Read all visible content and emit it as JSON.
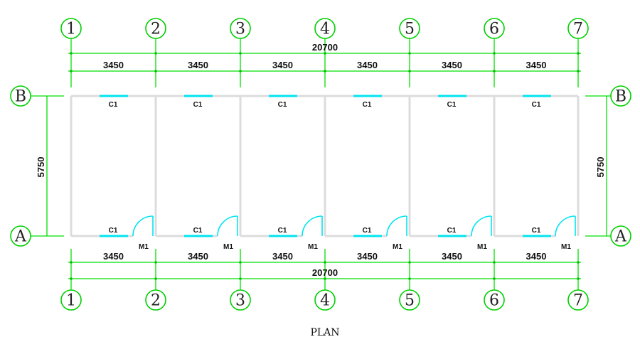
{
  "title": "PLAN",
  "grid_x": [
    "1",
    "2",
    "3",
    "4",
    "5",
    "6",
    "7"
  ],
  "grid_y": [
    "B",
    "A"
  ],
  "bay_dims": [
    "3450",
    "3450",
    "3450",
    "3450",
    "3450",
    "3450"
  ],
  "overall_width": "20700",
  "depth": "5750",
  "window_label": "C1",
  "door_label": "M1",
  "colors": {
    "dimension": "#00e000",
    "wall": "#dcdcdc",
    "opening": "#00e5f0"
  }
}
